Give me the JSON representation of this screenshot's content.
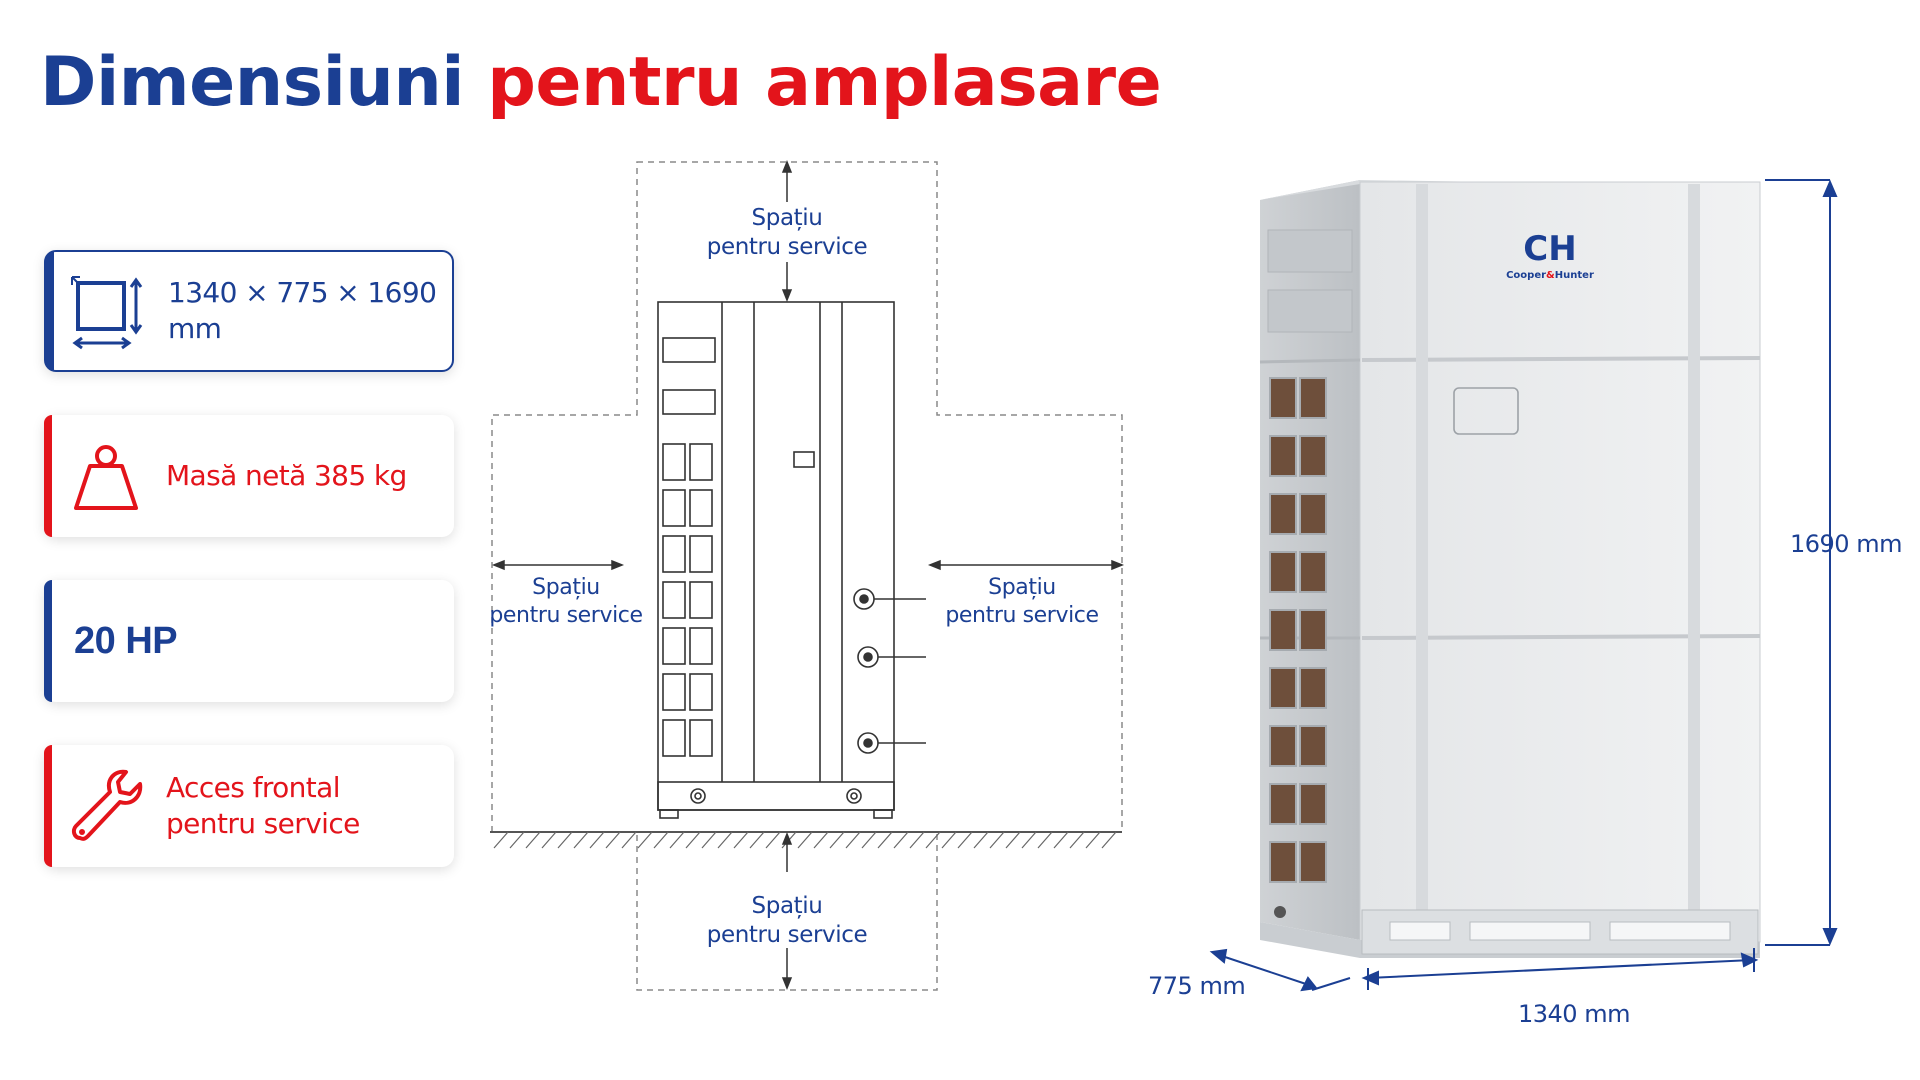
{
  "title": {
    "part1": "Dimensiuni",
    "part2": "pentru amplasare"
  },
  "cards": [
    {
      "icon": "dimensions-icon",
      "text": "1340 × 775 × 1690 mm"
    },
    {
      "icon": "weight-icon",
      "text": "Masă netă 385 kg"
    },
    {
      "text": "20 HP"
    },
    {
      "icon": "wrench-icon",
      "line1": "Acces frontal",
      "line2": "pentru service"
    }
  ],
  "service_labels": {
    "top": {
      "line1": "Spațiu",
      "line2": "pentru service"
    },
    "left": {
      "line1": "Spațiu",
      "line2": "pentru service"
    },
    "right": {
      "line1": "Spațiu",
      "line2": "pentru service"
    },
    "bottom": {
      "line1": "Spațiu",
      "line2": "pentru service"
    }
  },
  "brand": {
    "logo": "CH",
    "name_left": "Cooper",
    "amp": "&",
    "name_right": "Hunter"
  },
  "dimensions": {
    "height": "1690 mm",
    "depth": "775 mm",
    "width": "1340 mm"
  },
  "colors": {
    "blue": "#1b3f93",
    "red": "#e3141b"
  }
}
